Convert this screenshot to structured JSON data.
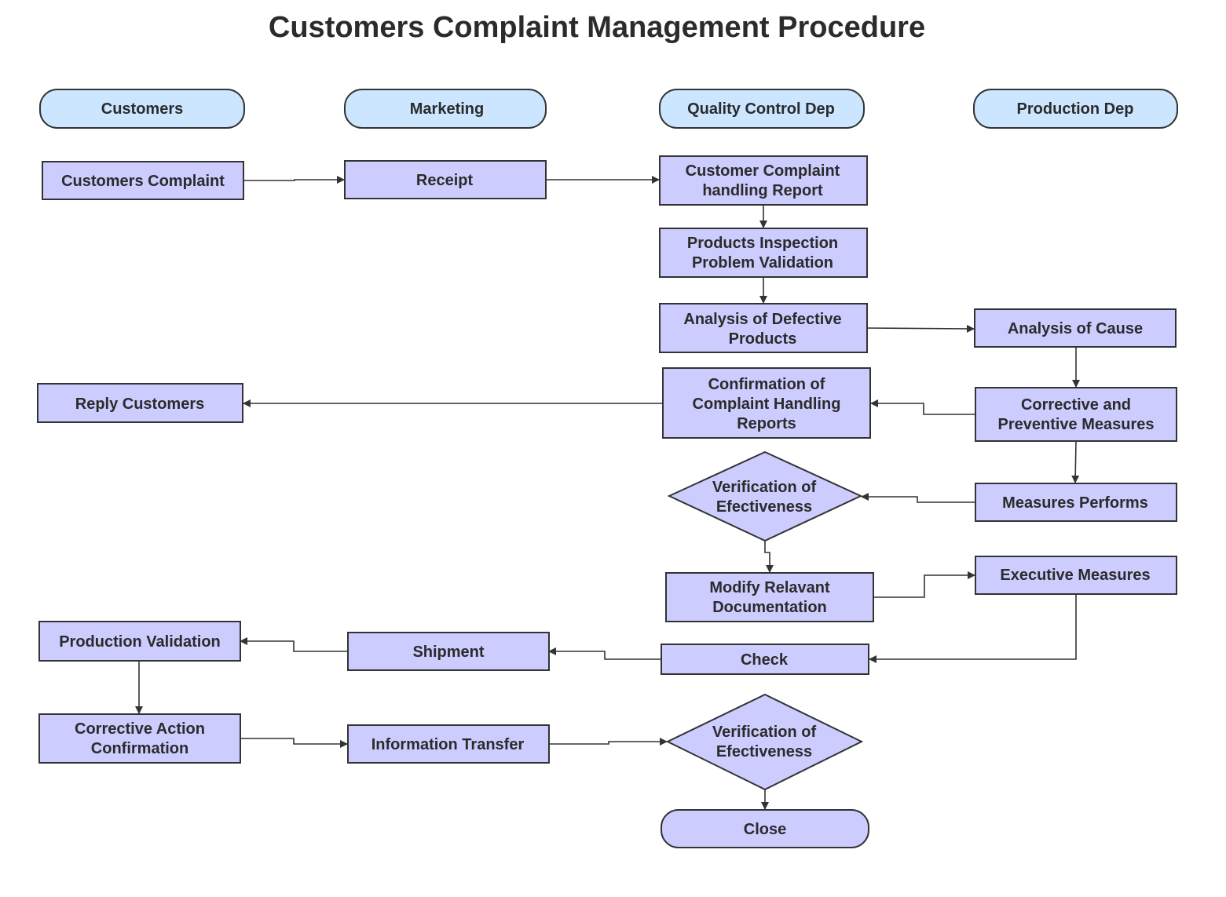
{
  "title": "Customers Complaint Management Procedure",
  "colors": {
    "lane_fill": "#cce6ff",
    "node_fill": "#ccccff",
    "stroke": "#333333",
    "text": "#2b2b2b"
  },
  "lanes": {
    "customers": "Customers",
    "marketing": "Marketing",
    "quality_control": "Quality Control Dep",
    "production": "Production Dep"
  },
  "nodes": {
    "customers_complaint": [
      "Customers Complaint"
    ],
    "receipt": [
      "Receipt"
    ],
    "complaint_report": [
      "Customer Complaint",
      "handling Report"
    ],
    "inspection": [
      "Products Inspection",
      "Problem Validation"
    ],
    "analysis_defective": [
      "Analysis of Defective",
      "Products"
    ],
    "analysis_cause": [
      "Analysis of Cause"
    ],
    "reply_customers": [
      "Reply Customers"
    ],
    "confirmation_reports": [
      "Confirmation of",
      "Complaint Handling",
      "Reports"
    ],
    "corrective_preventive": [
      "Corrective and",
      "Preventive Measures"
    ],
    "verification_1": [
      "Verification of",
      "Efectiveness"
    ],
    "measures_performs": [
      "Measures Performs"
    ],
    "modify_documentation": [
      "Modify Relavant",
      "Documentation"
    ],
    "executive_measures": [
      "Executive Measures"
    ],
    "production_validation": [
      "Production Validation"
    ],
    "shipment": [
      "Shipment"
    ],
    "check": [
      "Check"
    ],
    "corrective_action": [
      "Corrective Action",
      "Confirmation"
    ],
    "information_transfer": [
      "Information Transfer"
    ],
    "verification_2": [
      "Verification of",
      "Efectiveness"
    ],
    "close": [
      "Close"
    ]
  }
}
